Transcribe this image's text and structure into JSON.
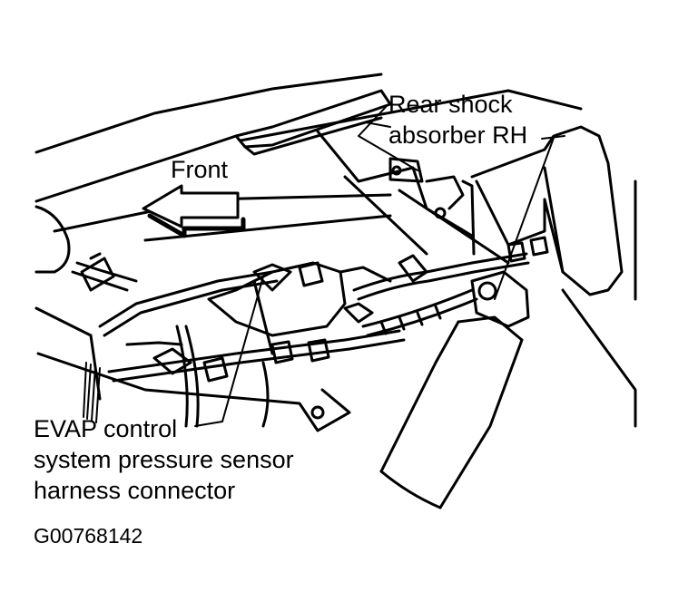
{
  "labels": {
    "rear_shock_line1": "Rear shock",
    "rear_shock_line2": "absorber RH",
    "front": "Front",
    "evap_line1": "EVAP control",
    "evap_line2": "system pressure sensor",
    "evap_line3": "harness connector"
  },
  "figure_code": "G00768142",
  "colors": {
    "ink": "#000000",
    "paper": "#ffffff"
  }
}
